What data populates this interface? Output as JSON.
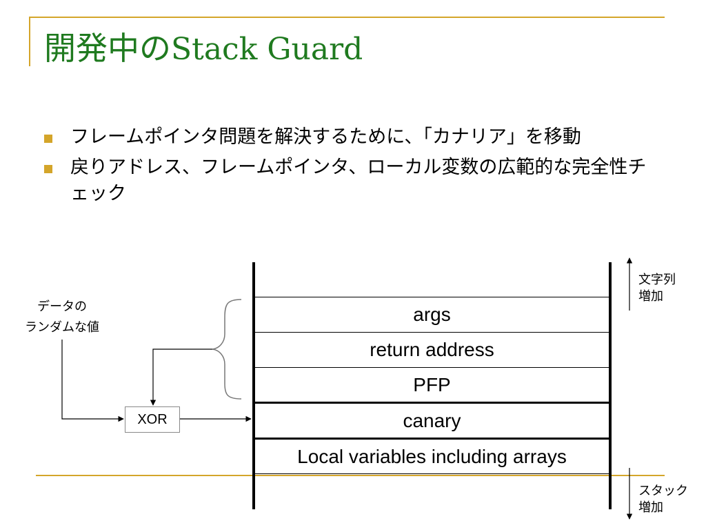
{
  "slide": {
    "title_ja": "開発中の",
    "title_latin": "Stack Guard",
    "bullets": [
      "フレームポインタ問題を解決するために、「カナリア」を移動",
      "戻りアドレス、フレームポインタ、ローカル変数の広範的な完全性チェック"
    ]
  },
  "diagram": {
    "stack_cells": [
      {
        "label": "args"
      },
      {
        "label": "return address"
      },
      {
        "label": "PFP"
      },
      {
        "label": "canary"
      },
      {
        "label": "Local variables including arrays"
      }
    ],
    "random_label_line1": "データの",
    "random_label_line2": "ランダムな値",
    "xor_label": "XOR",
    "string_growth_line1": "文字列",
    "string_growth_line2": "増加",
    "stack_growth_line1": "スタック",
    "stack_growth_line2": "増加"
  },
  "colors": {
    "title": "#1f7a1f",
    "accent": "#d4a52a"
  }
}
